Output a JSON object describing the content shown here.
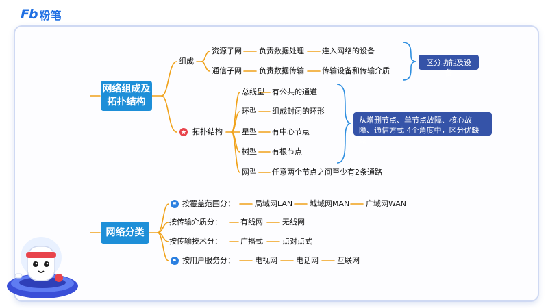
{
  "brand": {
    "logo_mark": "Fb",
    "logo_name": "粉笔"
  },
  "colors": {
    "node_blue": "#1e8fd8",
    "tag_navy": "#3553a8",
    "line_orange": "#f0a21a",
    "brace_blue": "#2f8fe0",
    "star_red": "#e8434b"
  },
  "root1": {
    "title": "网络组成及拓扑结构",
    "composition": {
      "label": "组成",
      "rows": [
        {
          "a": "资源子网",
          "b": "负责数据处理",
          "c": "连入网络的设备"
        },
        {
          "a": "通信子网",
          "b": "负责数据传输",
          "c": "传输设备和传输介质"
        }
      ],
      "note": "区分功能及设备"
    },
    "topology": {
      "label": "拓扑结构",
      "icon": "star-icon",
      "rows": [
        {
          "a": "总线型",
          "b": "有公共的通道"
        },
        {
          "a": "环型",
          "b": "组成封闭的环形"
        },
        {
          "a": "星型",
          "b": "有中心节点"
        },
        {
          "a": "树型",
          "b": "有根节点"
        },
        {
          "a": "网型",
          "b": "任意两个节点之间至少有2条通路"
        }
      ],
      "note": "从增删节点、单节点故障、核心故障、通信方式 4个角度中，区分优缺点"
    }
  },
  "root2": {
    "title": "网络分类",
    "rows": [
      {
        "label": "按覆盖范围分：",
        "icon": "flag-icon",
        "items": [
          "局域网LAN",
          "城域网MAN",
          "广域网WAN"
        ]
      },
      {
        "label": "按传输介质分：",
        "icon": "",
        "items": [
          "有线网",
          "无线网"
        ]
      },
      {
        "label": "按传输技术分：",
        "icon": "",
        "items": [
          "广播式",
          "点对点式"
        ]
      },
      {
        "label": "按用户服务分：",
        "icon": "flag-icon",
        "items": [
          "电视网",
          "电话网",
          "互联网"
        ]
      }
    ]
  }
}
